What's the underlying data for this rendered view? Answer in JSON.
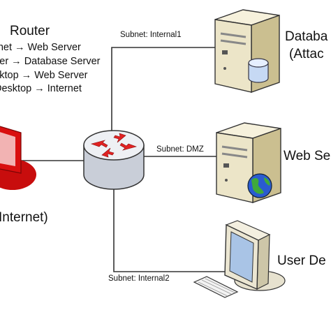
{
  "router": {
    "title": "Router",
    "rules": [
      "rnet → Web Server",
      "ver → Database Server",
      "sktop → Web Server",
      "Desktop → Internet"
    ]
  },
  "subnets": {
    "internal1": "Subnet: Internal1",
    "dmz": "Subnet: DMZ",
    "internal2": "Subnet: Internal2"
  },
  "nodes": {
    "database_line1": "Databa",
    "database_line2": "(Attac",
    "web_server": "Web Se",
    "user_desktop": "User De",
    "internet": "Internet)"
  },
  "colors": {
    "line": "#333333",
    "server_body": "#ece5c8",
    "router_body": "#dfe3ea",
    "arrow_red": "#e22222",
    "internet_red": "#d90f0f",
    "globe_blue": "#2a5bd0",
    "globe_green": "#3faa3a"
  }
}
